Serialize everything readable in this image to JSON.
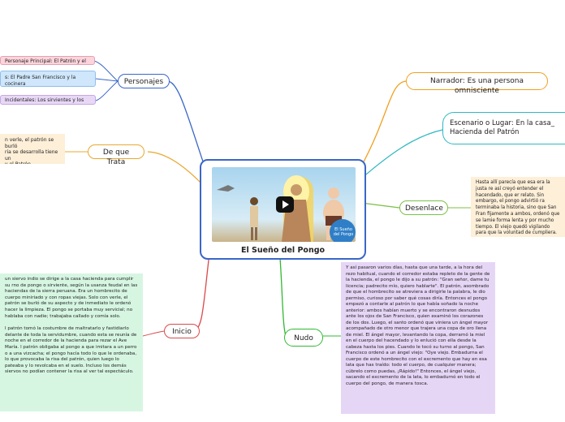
{
  "central": {
    "title": "El Sueño del Pongo",
    "video_caption": "El Sueño del Pongo",
    "play_icon": "play-icon"
  },
  "branches": {
    "personajes": "Personajes",
    "de_que_trata": "De que Trata",
    "inicio": "Inicio",
    "narrador": "Narrador: Es una persona omnisciente",
    "escenario": "Escenario o Lugar: En la casa_ Hacienda del Patrón",
    "desenlace": "Desenlace",
    "nudo": "Nudo"
  },
  "personajes_items": [
    "Personaje Principal: El Patrón y el Pongo",
    "s: El Padre San Francisco y la cocinera",
    "Incidentales: Los sirvientes y los Ángeles"
  ],
  "de_que_trata_text": "n verle, el patrón se burló\nria se desarrolla tiene un\ny el Patrón.",
  "desenlace_text": "Hasta allí parecía que esa era la justa re así creyó entender el hacendado, que er relato. Sin embargo, el pongo advirtió ra terminaba la historia, sino que San Fran fijamente a ambos, ordenó que se lamie forma lenta y por mucho tiempo. El viejo quedó vigilando para que la voluntad de cumpliera.",
  "nudo_text": "Y así pasaron varios días, hasta que una tarde, a la hora del rezo habitual, cuando el corredor estaba repleto de la gente de la hacienda, el pongo le dijo a su patrón: \"Gran señor, dame tu licencia; padrecito mío, quiero hablarte\". El patrón, asombrado de que el hombrecito se atreviera a dirigirle la palabra, le dio permiso, curioso por saber qué cosas diría. Entonces el pongo empezó a contarle al patrón lo que había soñado la noche anterior: ambos habían muerto y se encontraron desnudos ante los ojos de San Francisco, quien examinó los corazones de los dos. Luego, el santo ordenó que viniera un ángel mayor acompañado de otro menor que trajera una copa de oro llena de miel. El ángel mayor, levantando la copa, derramó la miel en el cuerpo del hacendado y lo enlució con ella desde la cabeza hasta los pies. Cuando le tocó su turno al pongo, San Francisco ordenó a un ángel viejo: \"Oye viejo. Embadurna el cuerpo de este hombrecito con el excremento que hay en esa lata que has traído: todo el cuerpo, de cualquier manera; cúbrelo como puedas, ¡Rápido!\" Entonces, el ángel viejo, sacando el excremento de la lata, lo embadurnó en todo el cuerpo del pongo, de manera tosca.",
  "inicio_text_1": "un siervo indio se dirige a la casa hacienda para cumplir su rno de pongo o sirviente, según la usanza feudal en las haciendas de la sierra peruana. Era un hombrecito de cuerpo miniriado y con ropas viejas. Solo con verle, el patrón se burló de su aspecto y de inmediato le ordenó hacer la limpieza. El pongo se portaba muy servicial; no hablaba con nadie; trabajaba callado y comía solo.",
  "inicio_text_2": "l patrón tomó la costumbre de maltratarlo y fastidiarlo delante de toda la servidumbre, cuando esta se reunía de noche en el corredor de la hacienda para rezar el Ave María. l patrón obligaba al pongo a que imitara a un perro o a una vizcacha; el pongo hacía todo lo que le ordenaba, lo que provocaba la risa del patrón, quien luego lo pateaba y lo revolcaba en el suelo. Incluso los demás siervos no podían contener la risa al ver tal espectáculo.",
  "colors": {
    "center_border": "#3a66c8",
    "personajes": "#3a66c8",
    "de_que_trata": "#e8a830",
    "inicio": "#d94b4b",
    "narrador": "#f0a020",
    "escenario": "#30b8c0",
    "desenlace": "#7cc04a",
    "nudo": "#30b830"
  }
}
